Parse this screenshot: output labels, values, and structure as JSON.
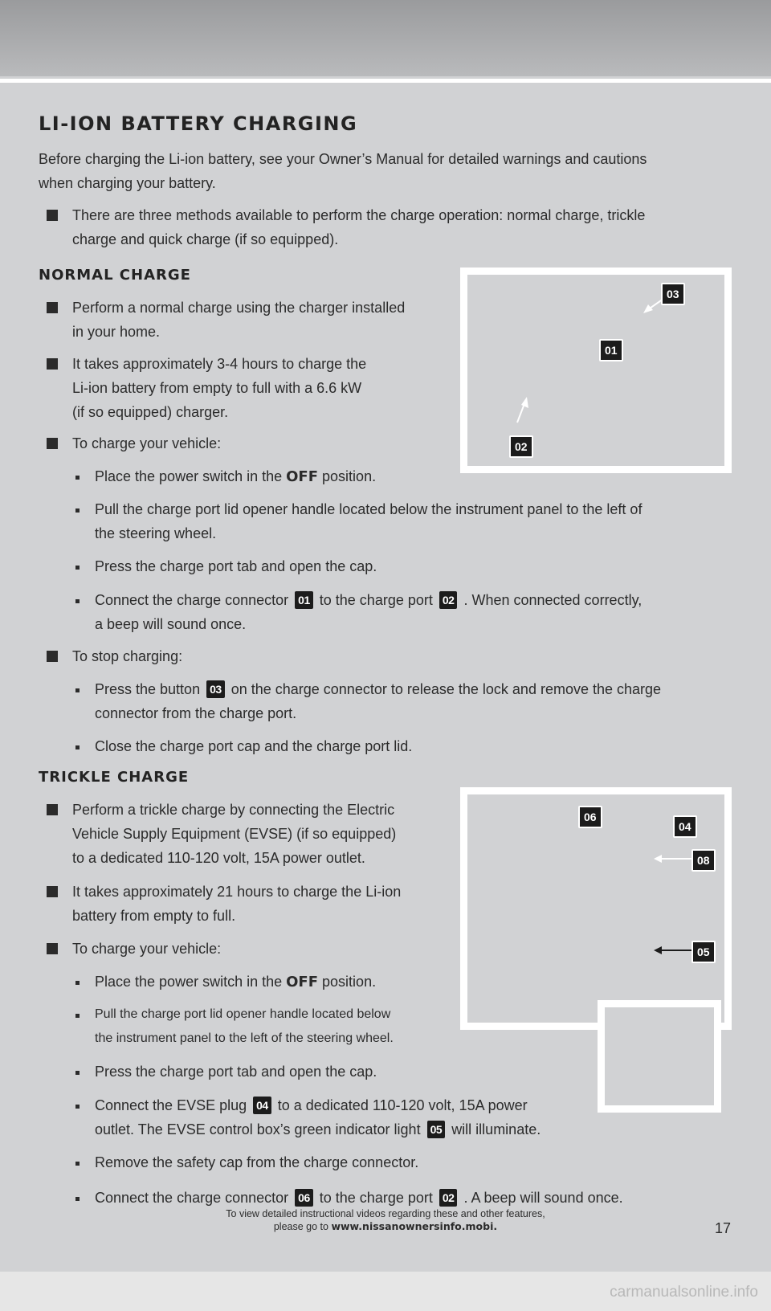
{
  "title": "LI-ION BATTERY CHARGING",
  "intro_line1": "Before charging the Li-ion battery, see your Owner’s Manual for detailed warnings and cautions",
  "intro_line2": "when charging your battery.",
  "methods_l1": "There are three methods available to perform the charge operation: normal charge, trickle",
  "methods_l2": "charge and quick charge (if so equipped).",
  "normal": {
    "heading": "NORMAL CHARGE",
    "b1_l1": "Perform a normal charge using the charger installed",
    "b1_l2": "in your home.",
    "b2_l1": "It takes approximately 3-4 hours to charge the",
    "b2_l2": "Li-ion battery from empty to full with a 6.6 kW",
    "b2_l3": "(if so equipped) charger.",
    "b3": "To charge your vehicle:",
    "s1_pre": "Place the power switch in the ",
    "s1_bold": "OFF",
    "s1_post": " position.",
    "s2_l1": "Pull the charge port lid opener handle located below the instrument panel to the left of",
    "s2_l2": "the steering wheel.",
    "s3": "Press the charge port tab and open the cap.",
    "s4_a": "Connect the charge connector",
    "s4_b": "to the charge port",
    "s4_c": ". When connected correctly,",
    "s4_l2": "a beep will sound once.",
    "b4": "To stop charging:",
    "s5_a": "Press the button",
    "s5_b": "on the charge connector to release the lock and remove the charge",
    "s5_l2": "connector from the charge port.",
    "s6": "Close the charge port cap and the charge port lid."
  },
  "trickle": {
    "heading": "TRICKLE CHARGE",
    "b1_l1": "Perform a trickle charge by connecting the Electric",
    "b1_l2": "Vehicle Supply Equipment (EVSE) (if so equipped)",
    "b1_l3": "to a dedicated 110-120 volt, 15A power outlet.",
    "b2_l1": "It takes approximately 21 hours to charge the Li-ion",
    "b2_l2": "battery from empty to full.",
    "b3": "To charge your vehicle:",
    "s1_pre": "Place the power switch in the ",
    "s1_bold": "OFF",
    "s1_post": " position.",
    "s2_l1": "Pull the charge port lid opener handle located below",
    "s2_l2": "the instrument panel to the left of the steering wheel.",
    "s3": "Press the charge port tab and open the cap.",
    "s4_a": "Connect the EVSE plug",
    "s4_b": "to a dedicated 110-120 volt, 15A power",
    "s4_l2a": "outlet. The EVSE control box’s green indicator light",
    "s4_l2b": "will illuminate.",
    "s5": "Remove the safety cap from the charge connector.",
    "s6_a": "Connect the charge connector",
    "s6_b": "to the charge port",
    "s6_c": ". A beep will sound once."
  },
  "callouts": {
    "c01": "01",
    "c02": "02",
    "c03": "03",
    "c04": "04",
    "c05": "05",
    "c06": "06",
    "c08": "08"
  },
  "footer": {
    "line1": "To view detailed instructional videos regarding these and other features,",
    "line2_pre": "please go to ",
    "line2_link": "www.nissanownersinfo.mobi.",
    "page_number": "17"
  },
  "watermark": "carmanualsonline.info"
}
